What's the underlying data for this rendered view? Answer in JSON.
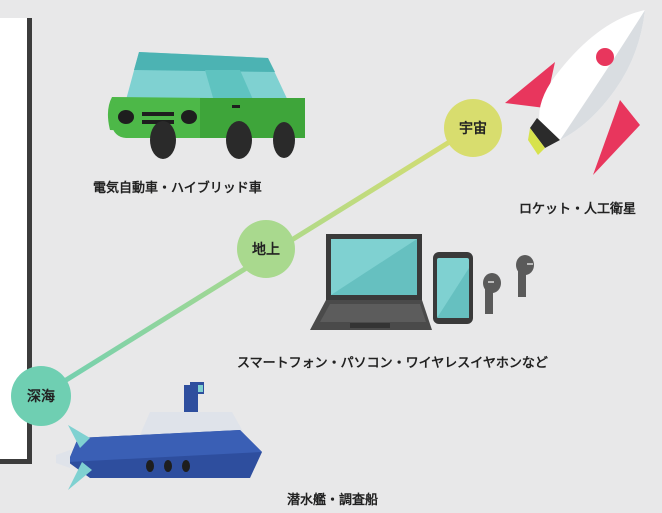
{
  "nodes": {
    "space": "宇宙",
    "ground": "地上",
    "deep_sea": "深海"
  },
  "labels": {
    "car": "電気自動車・ハイブリッド車",
    "rocket": "ロケット・人工衛星",
    "devices": "スマートフォン・パソコン・ワイヤレスイヤホンなど",
    "submarine": "潜水艦・調査船"
  },
  "colors": {
    "background": "#e8e8e9",
    "space_node": "#d8dd6e",
    "ground_node": "#a9d98e",
    "deep_node": "#6fcfb2",
    "car_body": "#4db848",
    "car_window": "#7fd1d1",
    "rocket_fin": "#e8365d",
    "submarine": "#2e4e9e"
  },
  "icons": [
    "car-icon",
    "rocket-icon",
    "laptop-icon",
    "smartphone-icon",
    "earbuds-icon",
    "submarine-icon"
  ]
}
